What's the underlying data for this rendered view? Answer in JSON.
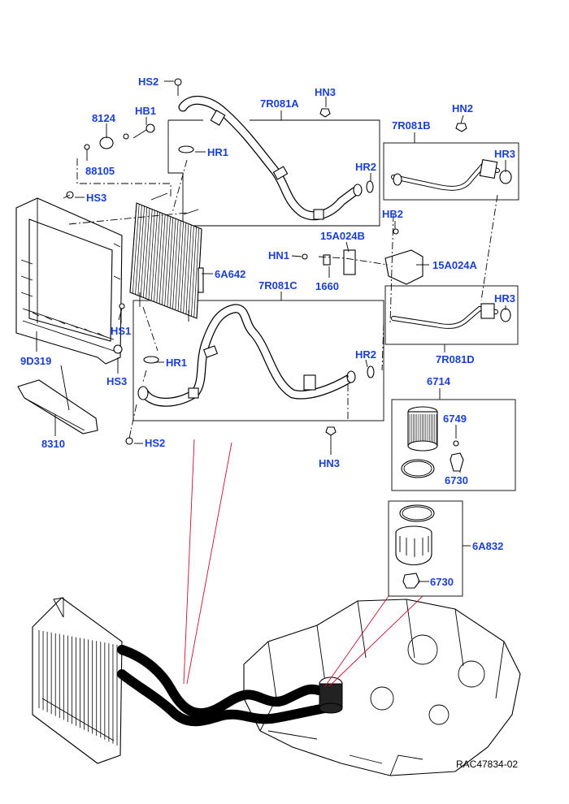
{
  "callouts": {
    "hs2_top": "HS2",
    "r7081a": "7R081A",
    "hn3_top": "HN3",
    "hn2": "HN2",
    "r7081b": "7R081B",
    "hr3_top": "HR3",
    "c8124": "8124",
    "hb1": "HB1",
    "hr1_top": "HR1",
    "c88105": "88105",
    "hr2_top": "HR2",
    "hs3_top": "HS3",
    "hb2": "HB2",
    "a15024b": "15A024B",
    "hn1": "HN1",
    "c1660": "1660",
    "a15024a": "15A024A",
    "a6642": "6A642",
    "r7081c": "7R081C",
    "hr3_bottom": "HR3",
    "hs1": "HS1",
    "hr1_bottom": "HR1",
    "hr2_bottom": "HR2",
    "r7081d": "7R081D",
    "d9319": "9D319",
    "hs3_bottom": "HS3",
    "c6714": "6714",
    "c6749": "6749",
    "c8310": "8310",
    "hs2_bottom": "HS2",
    "hn3_bottom": "HN3",
    "c6730_a": "6730",
    "a6832": "6A832",
    "c6730_b": "6730"
  },
  "reference": "RAC47834-02",
  "colors": {
    "callout": "#1a3fd6",
    "leader": "#000000",
    "locator": "#c8102e"
  }
}
